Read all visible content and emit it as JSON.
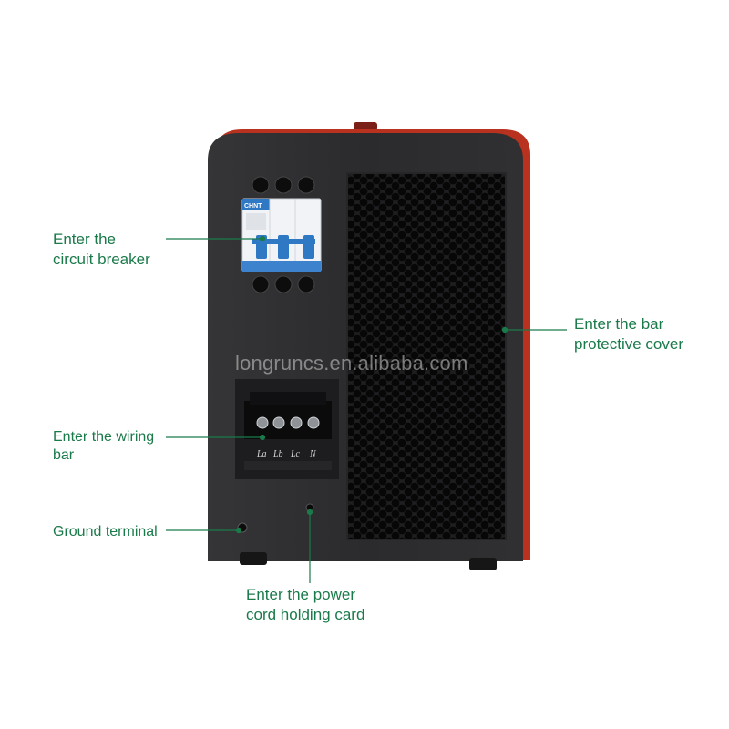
{
  "callouts": {
    "circuit_breaker": {
      "line1": "Enter the",
      "line2": "circuit breaker"
    },
    "bar_cover": {
      "line1": "Enter the bar",
      "line2": "protective cover"
    },
    "wiring_bar": {
      "line1": "Enter the wiring",
      "line2": "bar"
    },
    "ground": {
      "line1": "Ground terminal"
    },
    "power_cord": {
      "line1": "Enter the power",
      "line2": "cord holding card"
    }
  },
  "watermark": "longruncs.en.alibaba.com",
  "breaker_brand": "CHNT",
  "terminal_labels": [
    "La",
    "Lb",
    "Lc",
    "N"
  ],
  "colors": {
    "callout_text": "#1a7a4a",
    "leader_line": "#1a7a4a",
    "cabinet_body": "#2b2b2d",
    "cabinet_trim": "#b8321f",
    "breaker_blue": "#2f78c4"
  }
}
